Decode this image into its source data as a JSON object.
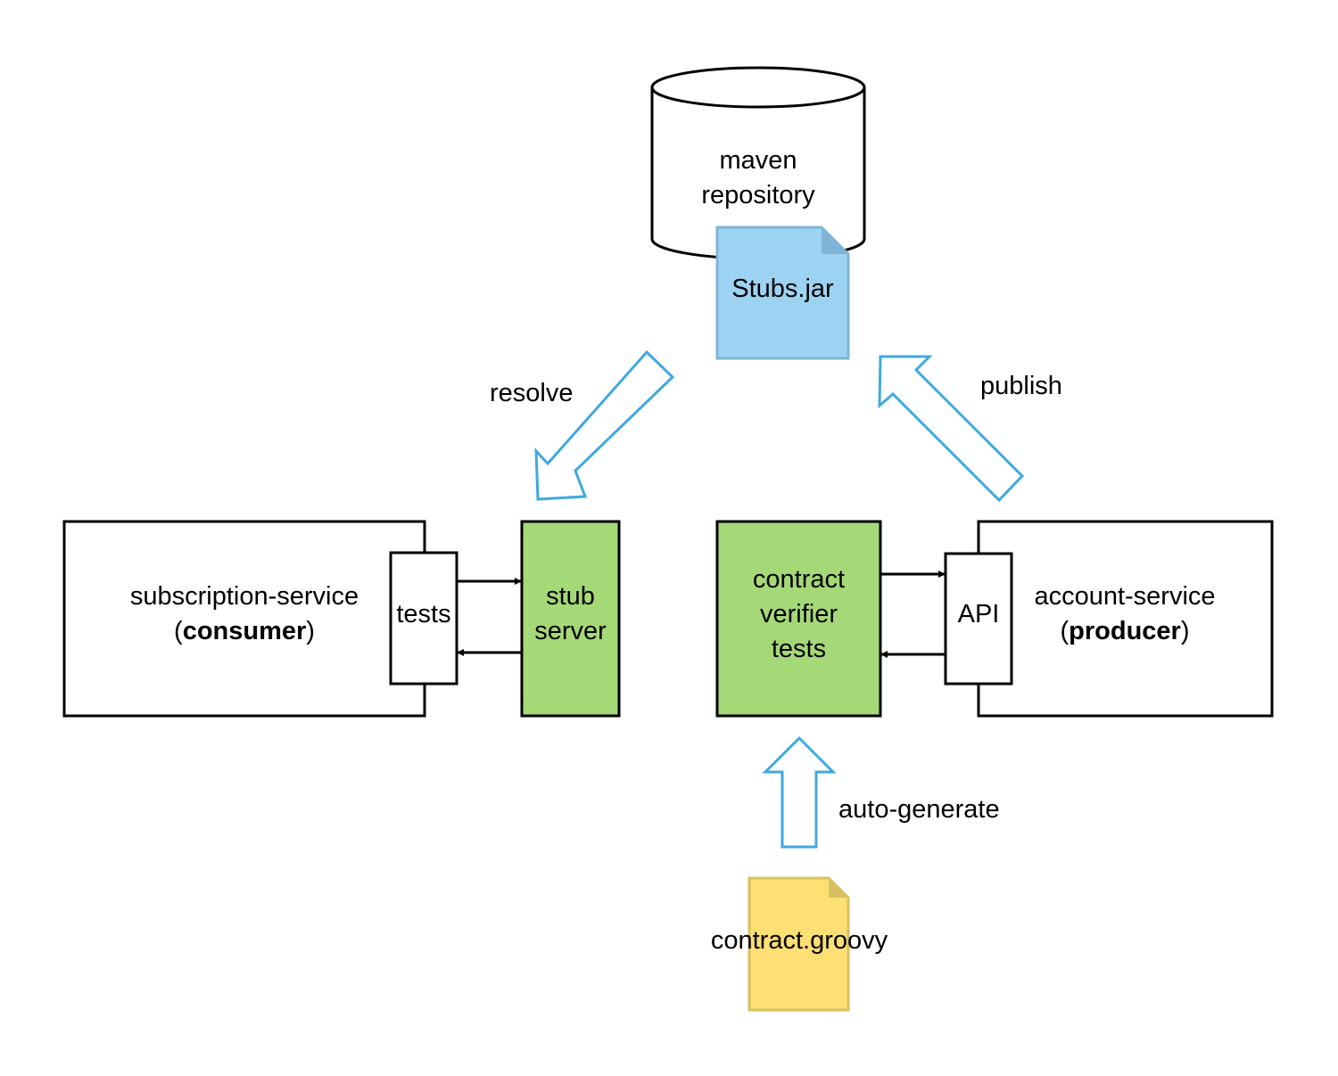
{
  "colors": {
    "stroke": "#000000",
    "arrow_blue": "#3fa9de",
    "stubs_fill": "#9dd3f2",
    "stubs_stroke": "#7fb4d6",
    "green_fill": "#a5d977",
    "groovy_fill": "#fddf74",
    "groovy_stroke": "#d8c060"
  },
  "repository": {
    "line1": "maven",
    "line2": "repository"
  },
  "stubs_jar": {
    "label": "Stubs.jar"
  },
  "arrows": {
    "resolve": "resolve",
    "publish": "publish",
    "auto_generate": "auto-generate"
  },
  "consumer": {
    "name": "subscription-service",
    "role_open": "(",
    "role": "consumer",
    "role_close": ")",
    "tests": "tests"
  },
  "stub_server": {
    "line1": "stub",
    "line2": "server"
  },
  "verifier": {
    "line1": "contract",
    "line2": "verifier",
    "line3": "tests"
  },
  "producer": {
    "name": "account-service",
    "role_open": "(",
    "role": "producer",
    "role_close": ")",
    "api": "API"
  },
  "contract_file": {
    "label": "contract.groovy"
  }
}
